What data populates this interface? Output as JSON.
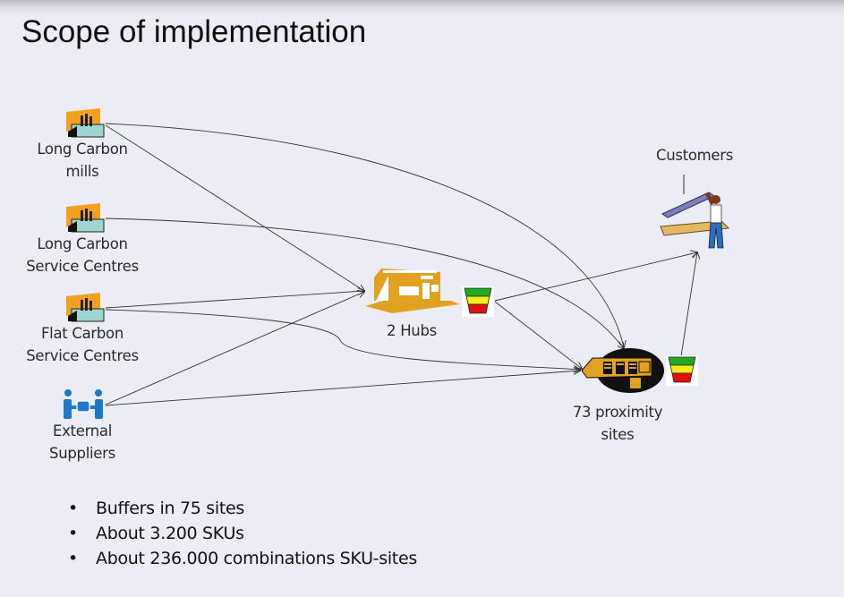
{
  "slide": {
    "title": "Scope of implementation"
  },
  "sources": [
    {
      "id": "long-carbon-mills",
      "line1": "Long Carbon",
      "line2": "mills",
      "icon": "factory-icon"
    },
    {
      "id": "long-carbon-service-centres",
      "line1": "Long Carbon",
      "line2": "Service Centres",
      "icon": "factory-icon"
    },
    {
      "id": "flat-carbon-service-centres",
      "line1": "Flat Carbon",
      "line2": "Service Centres",
      "icon": "factory-icon"
    },
    {
      "id": "external-suppliers",
      "line1": "External",
      "line2": "Suppliers",
      "icon": "handshake-people-icon"
    }
  ],
  "hubs": {
    "label": "2 Hubs",
    "icon": "warehouse-icon",
    "buffer_icon": "buffer-funnel-icon"
  },
  "proximity": {
    "line1": "73 proximity",
    "line2": "sites",
    "icon": "truck-depot-icon",
    "buffer_icon": "buffer-funnel-icon"
  },
  "customers": {
    "label": "Customers",
    "icon": "worker-lifting-beam-icon"
  },
  "buffer_colors": {
    "top": "#22aa22",
    "middle": "#f2ee1a",
    "bottom": "#e01010"
  },
  "accent_orange": "#e0a020",
  "bullets": [
    "Buffers in 75 sites",
    "About 3.200 SKUs",
    "About 236.000 combinations SKU-sites"
  ]
}
